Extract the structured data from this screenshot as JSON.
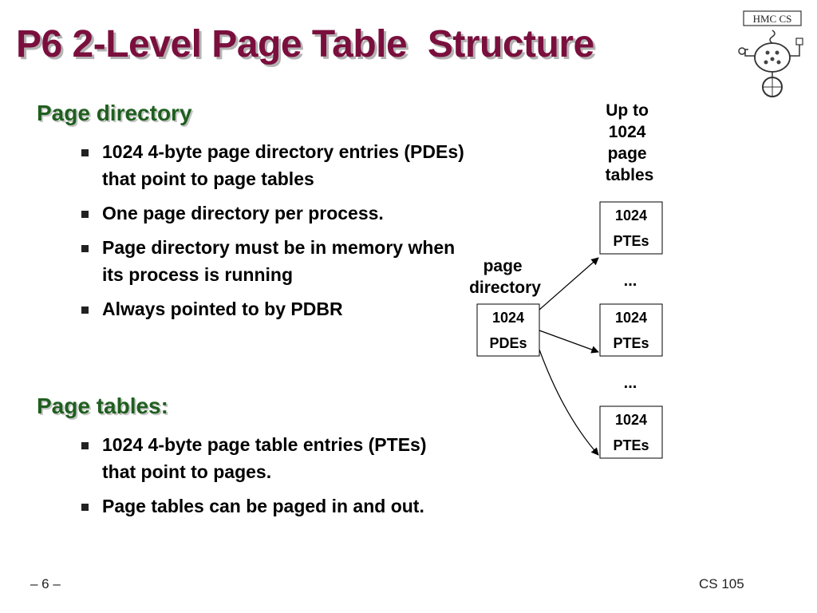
{
  "slide": {
    "title": "P6 2-Level Page Table  Structure",
    "footer_page": "– 6 –",
    "footer_course": "CS 105",
    "logo_text": "HMC CS"
  },
  "sections": [
    {
      "heading": "Page directory",
      "bullets": [
        "1024 4-byte page directory entries (PDEs) that point to page tables",
        "One page directory per process.",
        "Page directory must be in memory when its process is running",
        "Always pointed to by PDBR"
      ]
    },
    {
      "heading": "Page tables:",
      "bullets": [
        "1024 4-byte page table entries (PTEs) that point to pages.",
        "Page tables can be paged in and out."
      ]
    }
  ],
  "diagram": {
    "directory_label": [
      "page",
      "directory"
    ],
    "directory_box": [
      "1024",
      "PDEs"
    ],
    "tables_label": [
      "Up to",
      "1024",
      "page",
      "tables"
    ],
    "table_boxes": [
      [
        "1024",
        "PTEs"
      ],
      [
        "1024",
        "PTEs"
      ],
      [
        "1024",
        "PTEs"
      ]
    ],
    "ellipsis": [
      "...",
      "..."
    ]
  }
}
